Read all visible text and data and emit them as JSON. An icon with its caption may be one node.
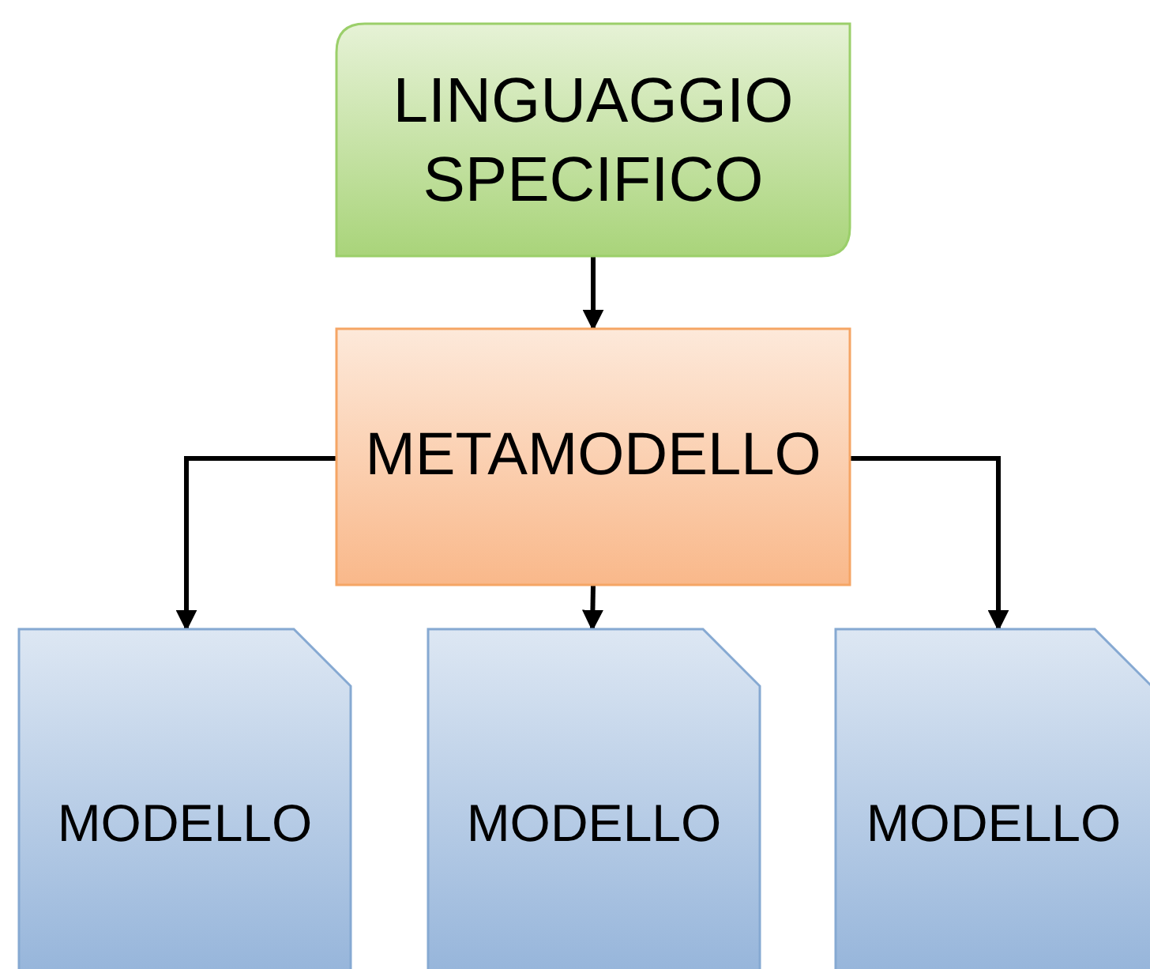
{
  "diagram": {
    "nodes": [
      {
        "text": [
          "LINGUAGGIO SPECIFICO"
        ]
      },
      {
        "text": [
          "METAMODELLO"
        ]
      },
      {
        "text": [
          "MODELLO"
        ]
      },
      {
        "text": [
          "MODELLO"
        ]
      },
      {
        "text": [
          "MODELLO"
        ]
      }
    ],
    "edges": [
      {
        "from": 0,
        "to": 1,
        "arrow": "to"
      },
      {
        "from": 1,
        "to": 2,
        "arrow": "to"
      },
      {
        "from": 1,
        "to": 3,
        "arrow": "to"
      },
      {
        "from": 1,
        "to": 4,
        "arrow": "to"
      }
    ]
  }
}
